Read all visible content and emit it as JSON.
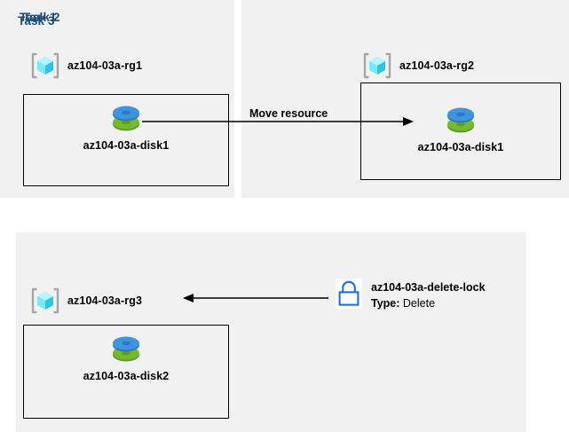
{
  "diagram": {
    "title_color": "#1f4e79",
    "panel_background": "#f1f1f1",
    "page_background": "#ffffff",
    "line_color": "#000000",
    "lock_color": "#1e6fd9",
    "disk_top_color": "#3a8fdc",
    "disk_bottom_color": "#71b030",
    "cube_color": "#5fe0f5",
    "bracket_color": "#a6a6a6"
  },
  "panels": [
    {
      "id": "task1",
      "title": "Task 1"
    },
    {
      "id": "task2",
      "title": "Task 2"
    },
    {
      "id": "task3",
      "title": "Task 3"
    }
  ],
  "resource_groups": [
    {
      "id": "rg1",
      "label": "az104-03a-rg1",
      "icon": "resource-group-icon"
    },
    {
      "id": "rg2",
      "label": "az104-03a-rg2",
      "icon": "resource-group-icon"
    },
    {
      "id": "rg3",
      "label": "az104-03a-rg3",
      "icon": "resource-group-icon"
    }
  ],
  "disks": [
    {
      "id": "disk1-task1",
      "label": "az104-03a-disk1",
      "icon": "managed-disk-icon"
    },
    {
      "id": "disk1-task2",
      "label": "az104-03a-disk1",
      "icon": "managed-disk-icon"
    },
    {
      "id": "disk2-task3",
      "label": "az104-03a-disk2",
      "icon": "managed-disk-icon"
    }
  ],
  "lock": {
    "icon": "padlock-icon",
    "name": "az104-03a-delete-lock",
    "type_label": "Type:",
    "type_value": "Delete"
  },
  "connectors": [
    {
      "id": "move-resource",
      "label": "Move resource",
      "direction": "right"
    },
    {
      "id": "lock-applies-to-rg3",
      "label": "",
      "direction": "left"
    }
  ]
}
